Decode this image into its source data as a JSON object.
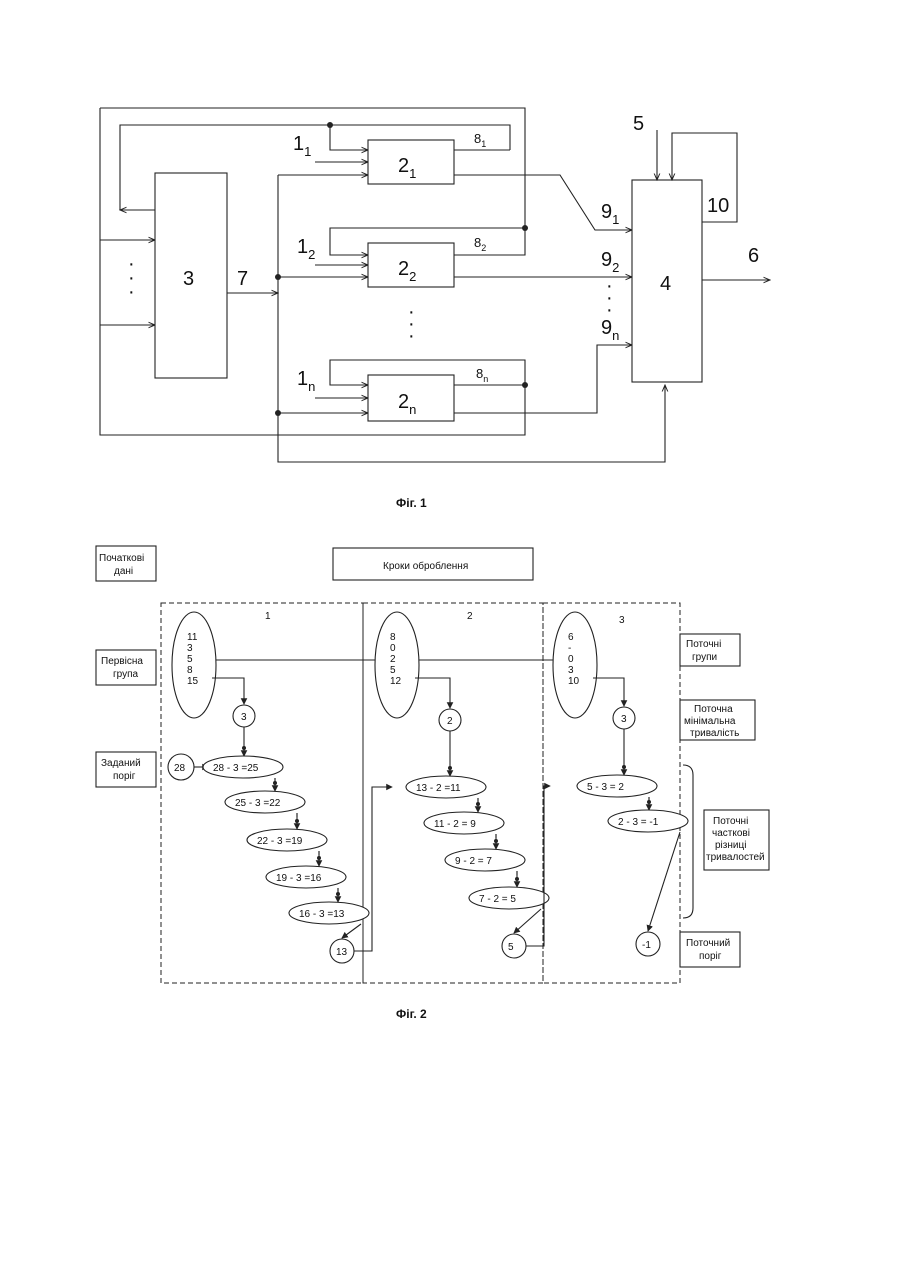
{
  "fig1": {
    "caption": "Фіг. 1",
    "block3": "3",
    "block4": "4",
    "blocks2": [
      {
        "main": "2",
        "sub": "1",
        "in_main": "1",
        "in_sub": "1",
        "fb_main": "8",
        "fb_sub": "1",
        "out_main": "9",
        "out_sub": "1"
      },
      {
        "main": "2",
        "sub": "2",
        "in_main": "1",
        "in_sub": "2",
        "fb_main": "8",
        "fb_sub": "2",
        "out_main": "9",
        "out_sub": "2"
      },
      {
        "main": "2",
        "sub": "n",
        "in_main": "1",
        "in_sub": "n",
        "fb_main": "8",
        "fb_sub": "n",
        "out_main": "9",
        "out_sub": "n"
      }
    ],
    "label5": "5",
    "label6": "6",
    "label7": "7",
    "label10": "10"
  },
  "fig2": {
    "caption": "Фіг. 2",
    "header_left": "Початкові дані",
    "header_center": "Кроки оброблення",
    "step_numbers": [
      "1",
      "2",
      "3"
    ],
    "left_labels": {
      "initial_group": "Первісна група",
      "threshold": "Заданий поріг",
      "threshold_value": "28"
    },
    "right_labels": {
      "current_groups": "Поточні групи",
      "current_min": "Поточна мінімальна тривалість",
      "partial_diffs": "Поточні часткові різниці тривалостей",
      "current_threshold": "Поточний поріг"
    },
    "steps": [
      {
        "group": [
          "11",
          "3",
          "5",
          "8",
          "15"
        ],
        "min": "3",
        "diffs": [
          "28 - 3 =25",
          "25 - 3 =22",
          "22 - 3 =19",
          "19 - 3 =16",
          "16 - 3 =13"
        ],
        "threshold": "13"
      },
      {
        "group": [
          "8",
          "0",
          "2",
          "5",
          "12"
        ],
        "min": "2",
        "diffs": [
          "13 - 2 =11",
          "11 - 2 = 9",
          "9 - 2 = 7",
          "7 - 2 = 5"
        ],
        "threshold": "5"
      },
      {
        "group": [
          "6",
          "-",
          "0",
          "3",
          "10"
        ],
        "min": "3",
        "diffs": [
          "5 - 3 = 2",
          "2 - 3 = -1"
        ],
        "threshold": "-1"
      }
    ]
  }
}
